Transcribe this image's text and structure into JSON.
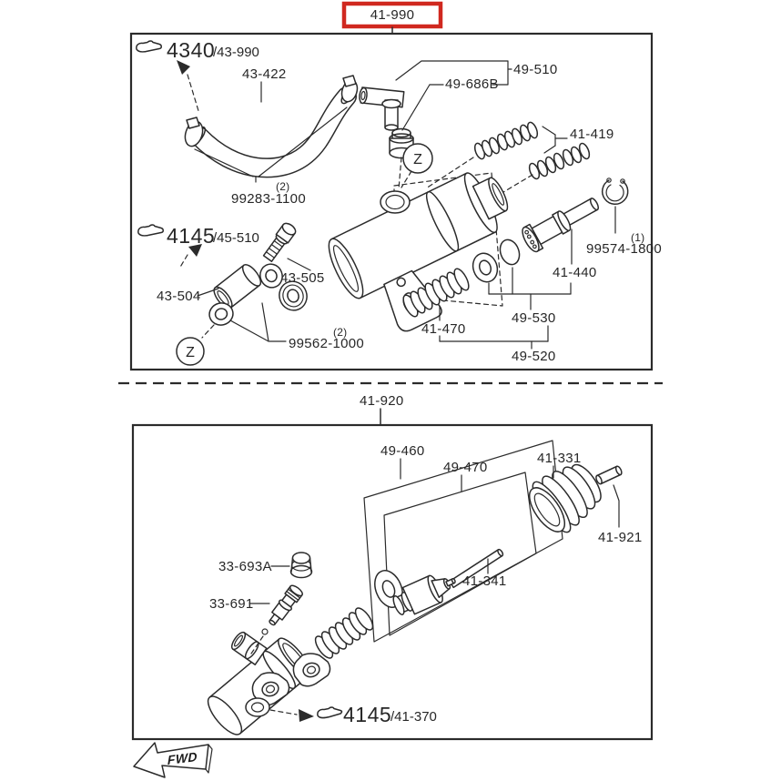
{
  "colors": {
    "line": "#2b2b2b",
    "highlight": "#d0281f"
  },
  "ref_box": {
    "label": "41-990"
  },
  "panel1": {
    "callouts": {
      "top": {
        "num": "4340",
        "ref": "/43-990"
      },
      "mid": {
        "num": "4145",
        "ref": "/45-510"
      }
    },
    "zone": "Z",
    "parts": {
      "hose": "43-422",
      "grommet": "49-686B",
      "pipe_assy": "49-510",
      "valve_springs": "41-419",
      "clamp_qty": "(2)",
      "clamps": "99283-1100",
      "bolt": "43-505",
      "bushing": "43-504",
      "washer_qty": "(2)",
      "washers": "99562-1000",
      "spring": "41-470",
      "cup_set": "49-530",
      "repair_kit": "49-520",
      "piston": "41-440",
      "snap_ring_qty": "(1)",
      "snap_ring": "99574-1800"
    }
  },
  "panel2": {
    "assembly": "41-920",
    "callout": {
      "num": "4145",
      "ref": "/41-370"
    },
    "parts": {
      "repair_kit_outer": "49-460",
      "repair_kit_inner": "49-470",
      "boot": "41-331",
      "pin": "41-921",
      "cap": "33-693A",
      "bleeder_screw": "33-691",
      "push_rod": "41-341"
    }
  },
  "fwd": "FWD"
}
